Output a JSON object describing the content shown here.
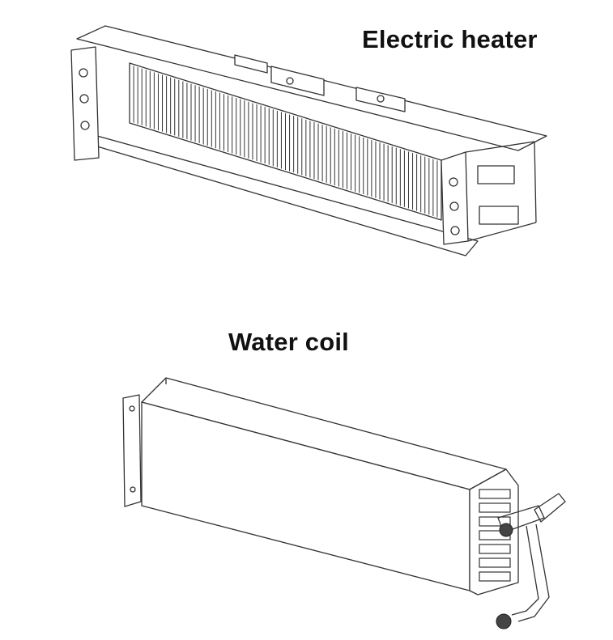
{
  "figures": [
    {
      "id": "electric-heater",
      "label": "Electric heater"
    },
    {
      "id": "water-coil",
      "label": "Water coil"
    }
  ],
  "colors": {
    "text": "#111111",
    "line": "#333333",
    "background": "#ffffff"
  }
}
